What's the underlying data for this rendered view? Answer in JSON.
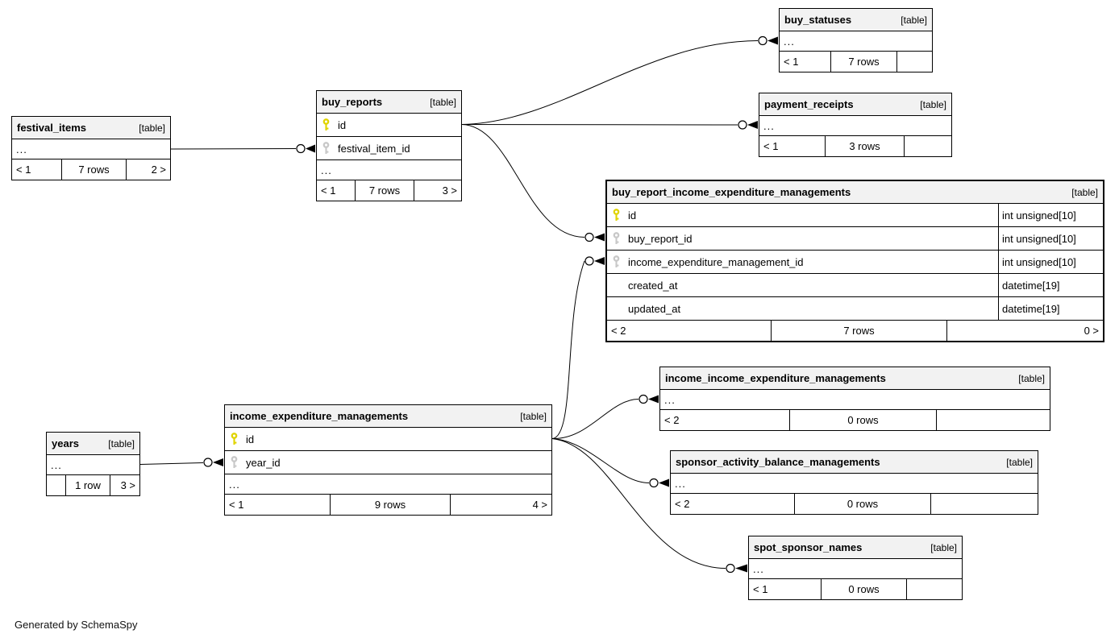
{
  "page": {
    "generated_note": "Generated by SchemaSpy"
  },
  "colors": {
    "primary_key": "#E0D400",
    "foreign_key": "#C8C8C8",
    "header_bg": "#F2F2F2",
    "line": "#000000"
  },
  "icons": {
    "primary_key": "key-icon-yellow",
    "foreign_key": "key-icon-gray",
    "connector_end": "circle-and-arrowhead"
  },
  "tables": {
    "festival_items": {
      "name": "festival_items",
      "tag": "[table]",
      "ellipsis": "...",
      "footer": {
        "left": "< 1",
        "center": "7 rows",
        "right": "2 >"
      }
    },
    "buy_reports": {
      "name": "buy_reports",
      "tag": "[table]",
      "ellipsis": "...",
      "columns": [
        {
          "name": "id"
        },
        {
          "name": "festival_item_id"
        }
      ],
      "footer": {
        "left": "< 1",
        "center": "7 rows",
        "right": "3 >"
      }
    },
    "buy_statuses": {
      "name": "buy_statuses",
      "tag": "[table]",
      "ellipsis": "...",
      "footer": {
        "left": "< 1",
        "center": "7 rows",
        "right": ""
      }
    },
    "payment_receipts": {
      "name": "payment_receipts",
      "tag": "[table]",
      "ellipsis": "...",
      "footer": {
        "left": "< 1",
        "center": "3 rows",
        "right": ""
      }
    },
    "buy_report_income_expenditure_managements": {
      "name": "buy_report_income_expenditure_managements",
      "tag": "[table]",
      "columns": [
        {
          "name": "id",
          "type": "int unsigned[10]"
        },
        {
          "name": "buy_report_id",
          "type": "int unsigned[10]"
        },
        {
          "name": "income_expenditure_management_id",
          "type": "int unsigned[10]"
        },
        {
          "name": "created_at",
          "type": "datetime[19]"
        },
        {
          "name": "updated_at",
          "type": "datetime[19]"
        }
      ],
      "footer": {
        "left": "< 2",
        "center": "7 rows",
        "right": "0 >"
      }
    },
    "income_income_expenditure_managements": {
      "name": "income_income_expenditure_managements",
      "tag": "[table]",
      "ellipsis": "...",
      "footer": {
        "left": "< 2",
        "center": "0 rows",
        "right": ""
      }
    },
    "sponsor_activity_balance_managements": {
      "name": "sponsor_activity_balance_managements",
      "tag": "[table]",
      "ellipsis": "...",
      "footer": {
        "left": "< 2",
        "center": "0 rows",
        "right": ""
      }
    },
    "spot_sponsor_names": {
      "name": "spot_sponsor_names",
      "tag": "[table]",
      "ellipsis": "...",
      "footer": {
        "left": "< 1",
        "center": "0 rows",
        "right": ""
      }
    },
    "income_expenditure_managements": {
      "name": "income_expenditure_managements",
      "tag": "[table]",
      "ellipsis": "...",
      "columns": [
        {
          "name": "id"
        },
        {
          "name": "year_id"
        }
      ],
      "footer": {
        "left": "< 1",
        "center": "9 rows",
        "right": "4 >"
      }
    },
    "years": {
      "name": "years",
      "tag": "[table]",
      "ellipsis": "...",
      "footer": {
        "left": "",
        "center": "1 row",
        "right": "3 >"
      }
    }
  }
}
